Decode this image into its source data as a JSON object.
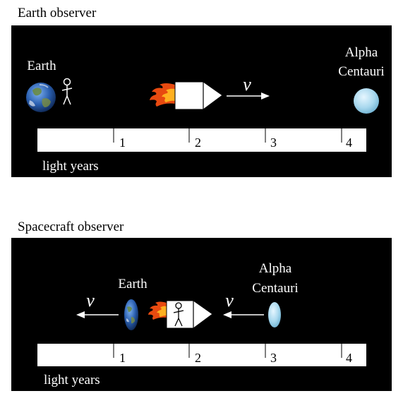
{
  "earth_panel": {
    "heading": "Earth observer",
    "earth_label": "Earth",
    "alpha_label_line1": "Alpha",
    "alpha_label_line2": "Centauri",
    "velocity_label": "v",
    "ruler_ticks": [
      "1",
      "2",
      "3",
      "4"
    ],
    "ruler_caption": "light years",
    "contracted": false
  },
  "spacecraft_panel": {
    "heading": "Spacecraft observer",
    "earth_label": "Earth",
    "alpha_label_line1": "Alpha",
    "alpha_label_line2": "Centauri",
    "velocity_label_left": "v",
    "velocity_label_right": "v",
    "ruler_ticks": [
      "1",
      "2",
      "3",
      "4"
    ],
    "ruler_caption": "light years",
    "contracted": true
  },
  "colors": {
    "panel_background": "#000000",
    "ruler": "#ffffff",
    "earth_ocean": "#2a5fb0",
    "alpha_centauri": "#a8d8ee",
    "flame_outer": "#e84a10",
    "flame_inner": "#ffb020"
  },
  "icons": [
    "earth-globe-icon",
    "stick-figure-icon",
    "spacecraft-icon",
    "flame-icon",
    "alpha-centauri-icon",
    "velocity-arrow-icon"
  ]
}
